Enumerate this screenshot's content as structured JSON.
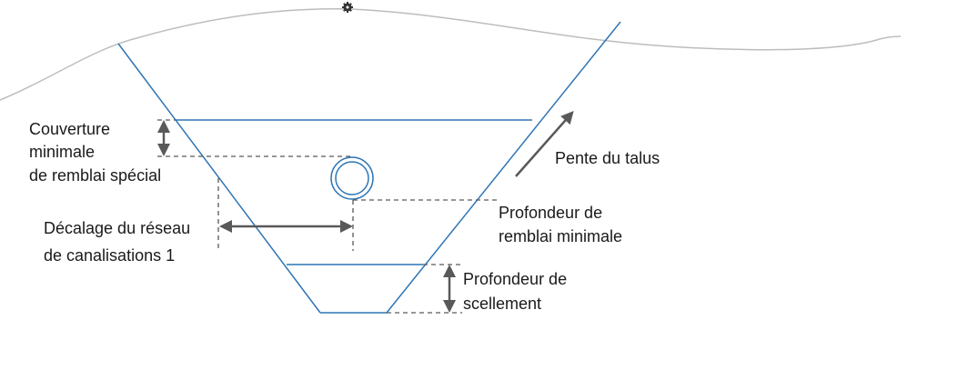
{
  "labels": {
    "cover_line1": "Couverture",
    "cover_line2": "minimale",
    "cover_line3": "de remblai spécial",
    "offset_line1": "Décalage du réseau",
    "offset_line2": "de canalisations 1",
    "slope": "Pente du talus",
    "min_depth_line1": "Profondeur de",
    "min_depth_line2": "remblai minimale",
    "seal_line1": "Profondeur de",
    "seal_line2": "scellement"
  },
  "colors": {
    "trench": "#2f75b5",
    "ground": "#bdbdbd",
    "dimension": "#595959"
  },
  "icons": {
    "ground_marker": "gear-icon"
  }
}
